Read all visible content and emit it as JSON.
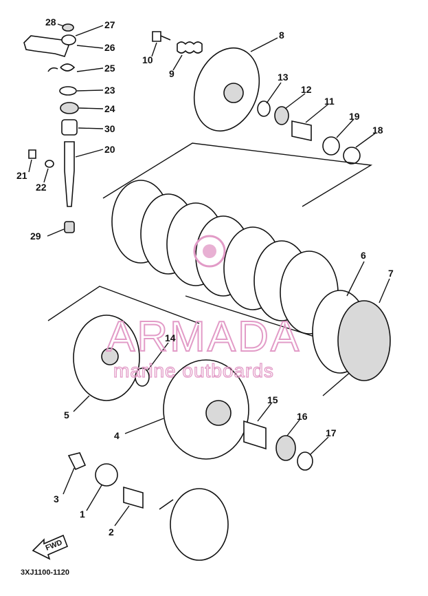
{
  "diagram": {
    "drawing_code": "3XJ1100-1120",
    "fwd_label": "FWD",
    "watermark": {
      "brand": "ARMADA",
      "tagline": "marine outboards",
      "accent": "#e29bc7"
    },
    "callouts": [
      "1",
      "2",
      "3",
      "4",
      "5",
      "6",
      "7",
      "8",
      "9",
      "10",
      "11",
      "12",
      "13",
      "14",
      "15",
      "16",
      "17",
      "18",
      "19",
      "20",
      "21",
      "22",
      "23",
      "24",
      "25",
      "26",
      "27",
      "28",
      "29",
      "30"
    ]
  }
}
